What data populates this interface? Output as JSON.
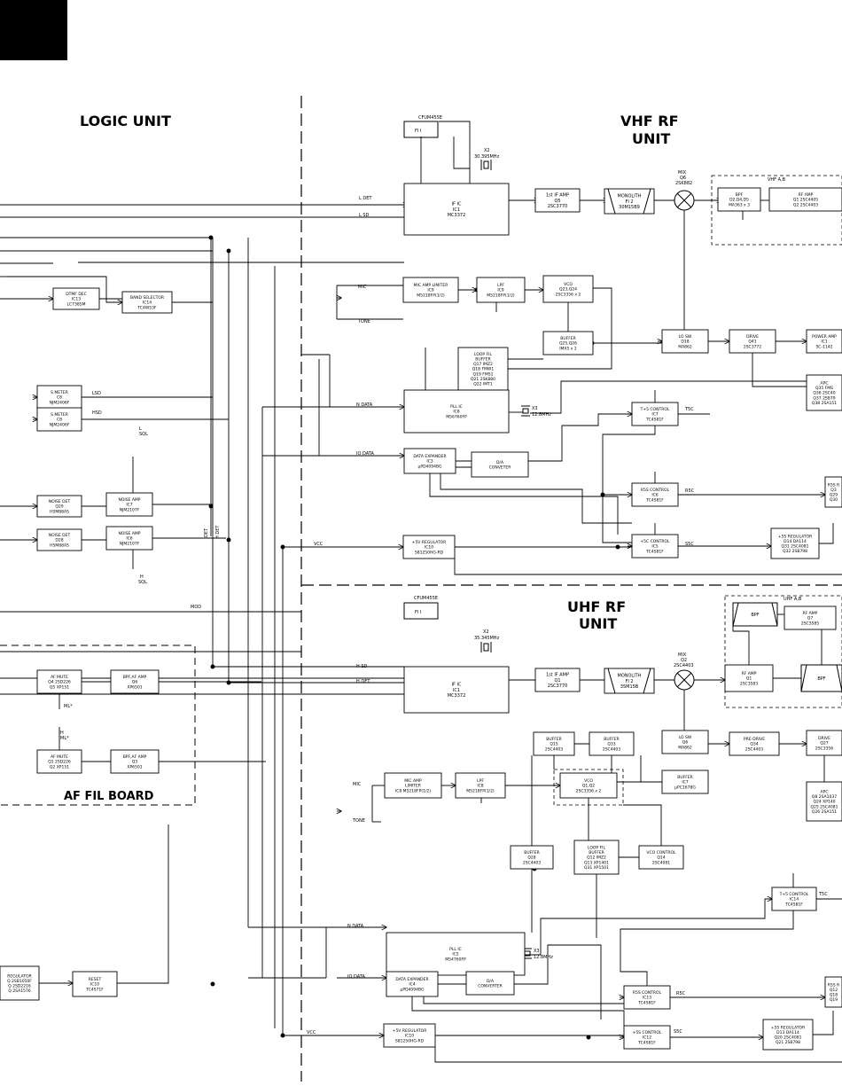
{
  "sections": {
    "logic_unit": "LOGIC UNIT",
    "vhf_rf_unit": [
      "VHF RF",
      "UNIT"
    ],
    "uhf_rf_unit": [
      "UHF RF",
      "UNIT"
    ],
    "af_fil_board": "AF FIL BOARD"
  },
  "signals": {
    "l_det": "L DET",
    "l_sd": "L SD",
    "h_sd": "H SD",
    "h_det": "H DET",
    "mic": "MIC",
    "tone": "TONE",
    "n_data": "N DATA",
    "io_data": "IO DATA",
    "vcc": "VCC",
    "mod": "MOD",
    "lsd": "LSD",
    "hsd": "HSD",
    "t5c": "T5C",
    "r5c": "R5C",
    "s5c": "S5C",
    "l_sql": [
      "L",
      "SQL"
    ],
    "h_sql": [
      "H",
      "SQL"
    ],
    "h_det_v": "H DET",
    "det_v": "DET",
    "ml": "ML*",
    "h_ml": [
      "H",
      "ML*"
    ]
  },
  "vhf": {
    "fil_label": "CFUM455E",
    "fil": "FI I",
    "x2": [
      "X2",
      "30.395MHz"
    ],
    "mix": [
      "MIX",
      "Q6",
      "2SK882"
    ],
    "vhf_ab": "VHF A,B",
    "if_ic": [
      "IF IC",
      "IC1",
      "MC3372"
    ],
    "first_if_amp": [
      "1st IF AMP",
      "Q5",
      "2SC3770"
    ],
    "monolith": [
      "MONOLITH",
      "FI 2",
      "30M15B9"
    ],
    "bpf": [
      "BPF",
      "D2,D4,D5",
      "MA363 x 3"
    ],
    "rf_amp": [
      "RF AMP",
      "Q1 2SC4405",
      "Q2 2SC4403"
    ],
    "mic_amp": [
      "MIC AMP LIMITER",
      "IC9",
      "M5218FP(1/2)"
    ],
    "lpf": [
      "LPF",
      "IC9",
      "M5218FP(1/2)"
    ],
    "vco": [
      "VCO",
      "Q23,Q24",
      "2SC3356 x 2"
    ],
    "buffer": [
      "BUFFER",
      "Q25,Q26",
      "IMX5 x 2"
    ],
    "loop_fil": [
      "LOOP FIL",
      "BUFFER",
      "Q17   IMZ2",
      "Q18   FMW1",
      "Q19   FMS1",
      "Q21  2SK880",
      "Q22   IMT1"
    ],
    "lo_sw": [
      "LO SW",
      "D18",
      "MA862"
    ],
    "drive": [
      "DRIVE",
      "Q41",
      "2SC3772"
    ],
    "power_amp": [
      "POWER AMP",
      "IC1",
      "SC-1142"
    ],
    "apc": [
      "APC",
      "Q35   FMS",
      "Q36 2SC40",
      "Q37  2SB79",
      "Q38  2SA151"
    ],
    "pll_ic": [
      "PLL IC",
      "IC8",
      "M56760FP"
    ],
    "x3": [
      "X3",
      "12.8MHz"
    ],
    "data_exp": [
      "DATA EXPANDER",
      "IC3",
      "μPD4094BG"
    ],
    "da": [
      "D/A",
      "CONVETER"
    ],
    "t5_ctrl": [
      "T+5 CONTROL",
      "IC7",
      "TC4S81F"
    ],
    "r5s_ctrl": [
      "R5S CONTROL",
      "IC6",
      "TC4S81F"
    ],
    "s5c_ctrl": [
      "+5C CONTROL",
      "IC5",
      "TC4S81F"
    ],
    "r5s_r": [
      "R5S R",
      "Q3",
      "Q29",
      "Q30"
    ],
    "reg_5v": [
      "+5V REGULATOR",
      "IC10",
      "S81250HG-RD"
    ],
    "reg_5s": [
      "+5S REGULATOR",
      "D14    DA114",
      "Q31  2SC4081",
      "Q32   2SB798"
    ]
  },
  "uhf": {
    "fil_label": "CFUM455E",
    "fil": "FI I",
    "x2": [
      "X2",
      "35.345MHz"
    ],
    "mix": [
      "MIX",
      "Q2",
      "2SC4403"
    ],
    "uhf_ab": "UHF A,B",
    "bpf1": "BPF",
    "bpf2": "BPF",
    "rf_amp_top": [
      "RF AMP",
      "Q7",
      "2SC3585"
    ],
    "rf_amp_bot": [
      "RF AMP",
      "Q1",
      "2SC3583"
    ],
    "if_ic": [
      "IF IC",
      "IC1",
      "MC3372"
    ],
    "first_if_amp": [
      "1st IF AMP",
      "Q1",
      "2SC3770"
    ],
    "monolith": [
      "MONOLITH",
      "FI 2",
      "35M15B"
    ],
    "lo_sw": [
      "LO SW",
      "Q6",
      "MA862"
    ],
    "pre_drive": [
      "PRE-DRIVE",
      "Q34",
      "2SC4403"
    ],
    "drive": [
      "DRIVE",
      "Q27",
      "2SC3356"
    ],
    "buffer_q5": [
      "BUFFER",
      "Q15",
      "2SC4403"
    ],
    "buffer_q33": [
      "BUFFER",
      "Q33",
      "2SC4403"
    ],
    "buffer_ic7": [
      "BUFFER",
      "IC7",
      "μPC1678G"
    ],
    "apc": [
      "APC",
      "Q8    2SA1037",
      "Q24   XP140",
      "Q25  2SC4081",
      "Q26  2SA151"
    ],
    "mic_amp": [
      "MIC AMP",
      "LIMITER",
      "IC8 M5218FP(1/2)"
    ],
    "lpf": [
      "LPF",
      "IC8",
      "M5218FP(1/2)"
    ],
    "vco": [
      "VCO",
      "Q1,Q2",
      "2SC3356 x 2"
    ],
    "buffer_q28": [
      "BUFFER",
      "Q28",
      "2SC4403"
    ],
    "loop_fil": [
      "LOOP FIL",
      "BUFFER",
      "Q12    IMZ2",
      "Q13  XP1401",
      "Q31  XP1501"
    ],
    "vco_ctrl": [
      "VCO CONTROL",
      "Q14",
      "2SC4081"
    ],
    "t5_ctrl": [
      "T+5 CONTROL",
      "IC14",
      "TC4S81F"
    ],
    "pll_ic": [
      "PLL IC",
      "IC5",
      "M54760FP"
    ],
    "x3": [
      "X3",
      "12.8MHz"
    ],
    "data_exp": [
      "DATA EXPANDER",
      "IC4",
      "μPD4094BG"
    ],
    "da": [
      "D/A",
      "CONVERTER"
    ],
    "r5s_ctrl": [
      "R5S CONTROL",
      "IC13",
      "TC4S81F"
    ],
    "r5s_r": [
      "R5S R",
      "Q12",
      "Q18",
      "Q19"
    ],
    "s5c_ctrl": [
      "+5S CONTROL",
      "IC12",
      "TC4S81F"
    ],
    "reg_5v": [
      "+5V REGULATOR",
      "IC10",
      "S81250HG-RD"
    ],
    "reg_5s": [
      "+5S REGULATOR",
      "D13    DA114",
      "Q20  2SC4081",
      "Q21   2SB798"
    ]
  },
  "logic": {
    "dtmf": [
      "DTMF DEC",
      "IC13",
      "LC7385M"
    ],
    "band_sel": [
      "BAND SELECTOR",
      "IC14",
      "TC4W53F"
    ],
    "smeter1": [
      "S METER",
      "C8",
      "NJM2406F"
    ],
    "smeter2": [
      "S METER",
      "C8",
      "NJM2406F"
    ],
    "noise_det1": [
      "NOISE DET",
      "Q29",
      "HSM88AS"
    ],
    "noise_amp1": [
      "NOISE AMP",
      "IC7",
      "NJM2107F"
    ],
    "noise_det2": [
      "NOISE DET",
      "D28",
      "HSM88AS"
    ],
    "noise_amp2": [
      "NOISE AMP",
      "IC6",
      "NJM2107F"
    ],
    "af_mute1": [
      "AF MUTE",
      "Q4 2SD226",
      "Q5  XP151"
    ],
    "bpf_af1": [
      "BPF,AF AMP",
      "Q6",
      "XP6501"
    ],
    "af_mute2": [
      "AF MUTE",
      "Q1 2SD226",
      "Q2  XP151"
    ],
    "bpf_af2": [
      "BPF,AF AMP",
      "Q3",
      "XP6501"
    ],
    "regulator": [
      "REGULATOR",
      "Q 2SB1050F",
      "Q  2SD2216",
      "Q  2SA1576"
    ],
    "reset": [
      "RESET",
      "IC10",
      "TC4S71F"
    ]
  }
}
